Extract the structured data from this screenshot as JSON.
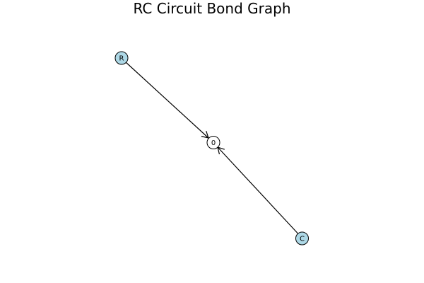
{
  "title": "RC Circuit Bond Graph",
  "colors": {
    "element_node_fill": "#add8e6",
    "junction_node_fill": "#ffffff",
    "stroke": "#000000"
  },
  "nodes": [
    {
      "id": "R",
      "label": "R",
      "kind": "element"
    },
    {
      "id": "J0",
      "label": "0",
      "kind": "junction"
    },
    {
      "id": "C",
      "label": "C",
      "kind": "element"
    }
  ],
  "edges": [
    {
      "from": "R",
      "to": "J0"
    },
    {
      "from": "C",
      "to": "J0"
    }
  ]
}
